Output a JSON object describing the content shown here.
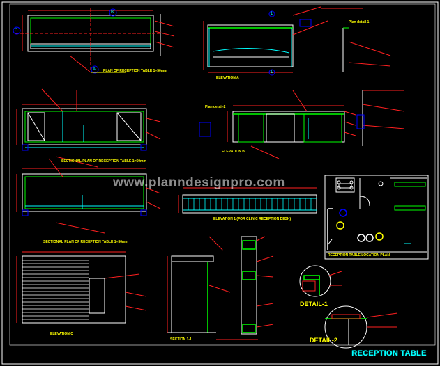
{
  "captions": {
    "plan": "PLAN OF RECEPTION TABLE  1=50mm",
    "elev_a": "ELEVATION A",
    "elev_b": "ELEVATION B",
    "section_plan1": "SECTIONAL PLAN OF RECEPTION TABLE 1=50mm",
    "section_plan2": "SECTIONAL PLAN OF RECEPTION TABLE 1=50mm",
    "elev_c": "ELEVATION C",
    "section_11": "SECTION 1-1",
    "elev_1": "ELEVATION 1 (FOR CLINIC RECEPTION DESK)",
    "location_plan": "RECEPTION TABLE LOCATION PLAN",
    "detail1_tag": "Plan detail-1",
    "detail2_tag": "Plan detail-2"
  },
  "details": {
    "d1": "DETAIL-1",
    "d2": "DETAIL-2"
  },
  "markers": {
    "a": "A",
    "b": "B",
    "c": "C",
    "one": "1"
  },
  "watermark": "www.planndesignpro.com",
  "drawing_title": "RECEPTION TABLE",
  "colors": {
    "background": "#000000",
    "line_white": "#ffffff",
    "line_green": "#00ff00",
    "line_cyan": "#00ffff",
    "line_blue": "#0000ff",
    "line_red": "#ff2020",
    "annotation": "#ffff00",
    "title": "#00ffff"
  }
}
